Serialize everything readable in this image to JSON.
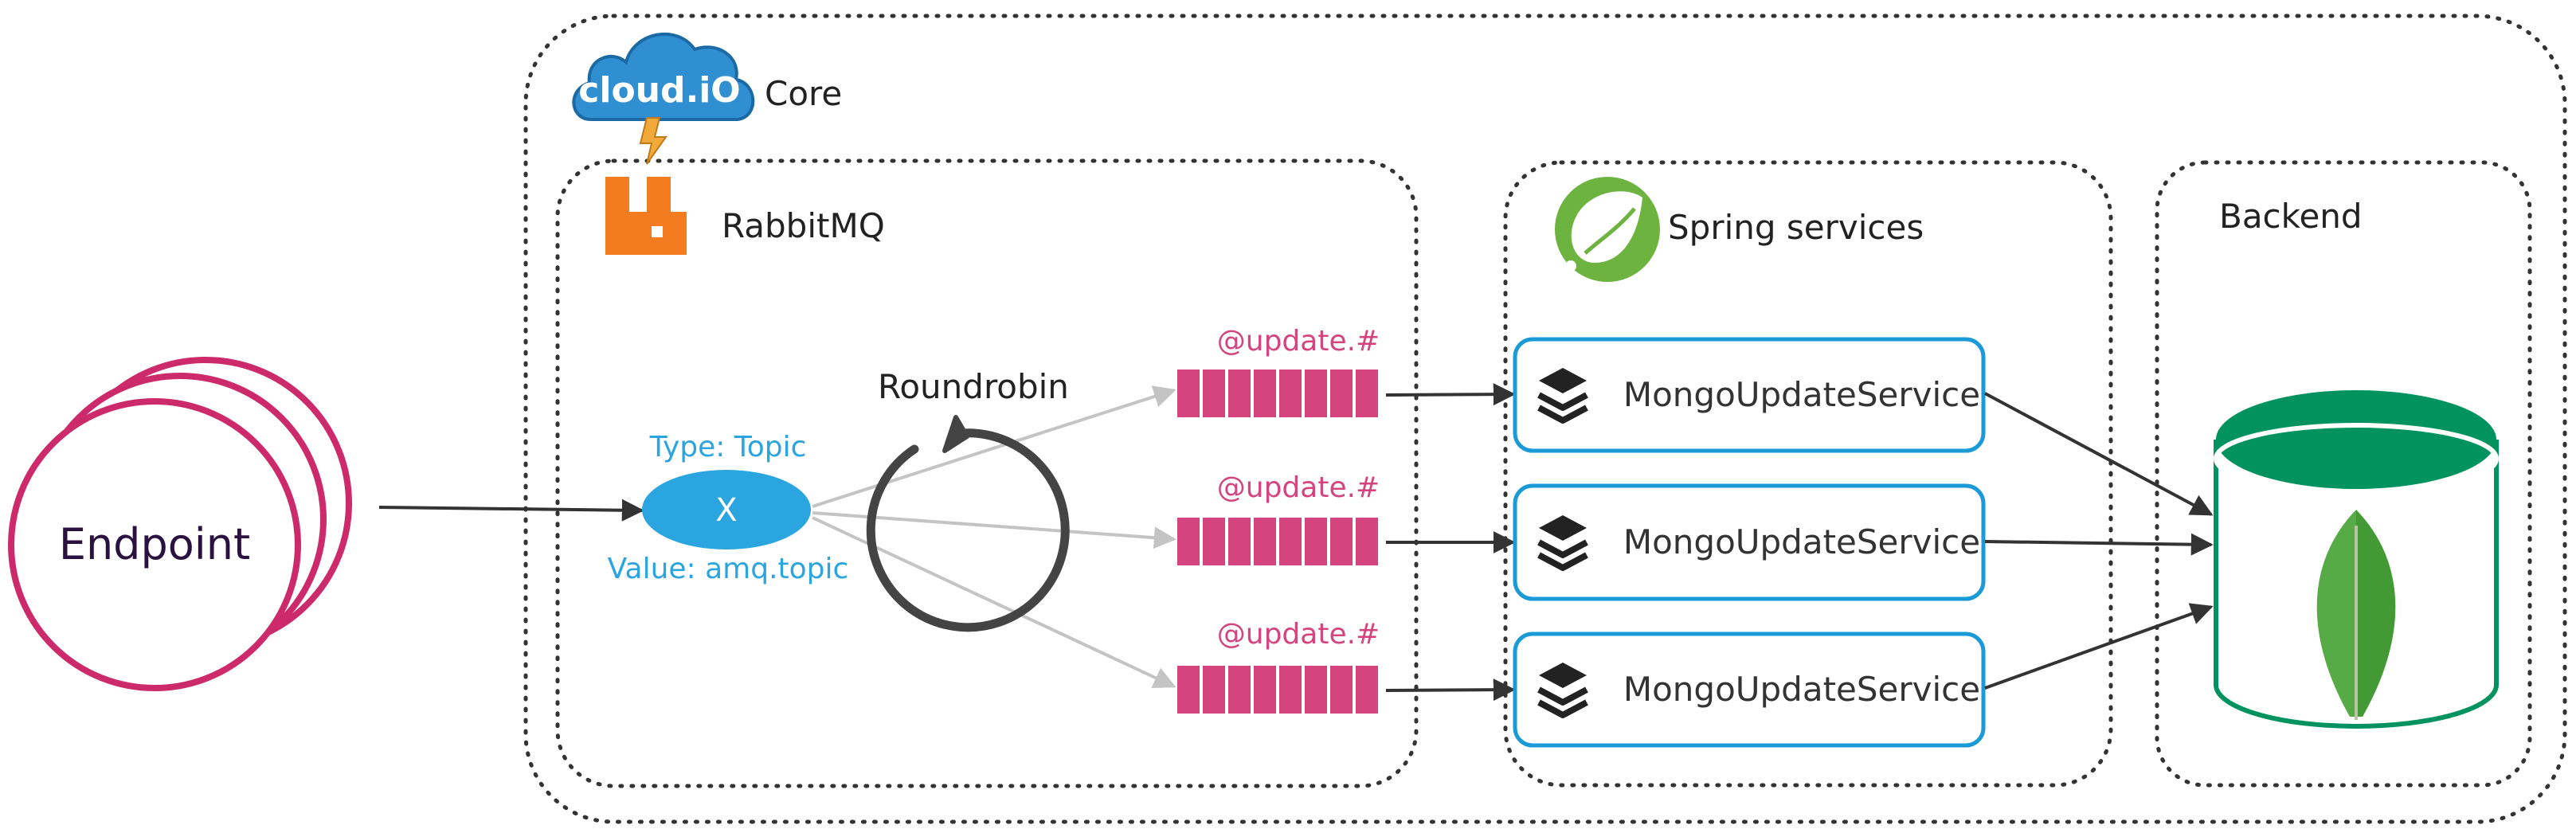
{
  "core": {
    "title": "Core",
    "logo_text": "cloud.iO"
  },
  "rabbitmq": {
    "title": "RabbitMQ"
  },
  "spring": {
    "title": "Spring services"
  },
  "backend": {
    "title": "Backend"
  },
  "endpoint": {
    "label": "Endpoint"
  },
  "exchange": {
    "symbol": "X",
    "type_label": "Type: Topic",
    "value_label": "Value: amq.topic"
  },
  "roundrobin": {
    "label": "Roundrobin"
  },
  "queues": [
    {
      "label": "@update.#"
    },
    {
      "label": "@update.#"
    },
    {
      "label": "@update.#"
    }
  ],
  "services": [
    {
      "label": "MongoUpdateService"
    },
    {
      "label": "MongoUpdateService"
    },
    {
      "label": "MongoUpdateService"
    }
  ],
  "colors": {
    "endpoint": "#cc2a6a",
    "exchange": "#2ba5e0",
    "queue": "#d4457f",
    "service_border": "#1a9bd7",
    "mongo_green": "#00935f",
    "rabbit_orange": "#f47c20",
    "spring_green": "#6db33f",
    "cloud_blue": "#2f8fd0",
    "arrow_dark": "#333333",
    "arrow_light": "#c4c4c4"
  }
}
